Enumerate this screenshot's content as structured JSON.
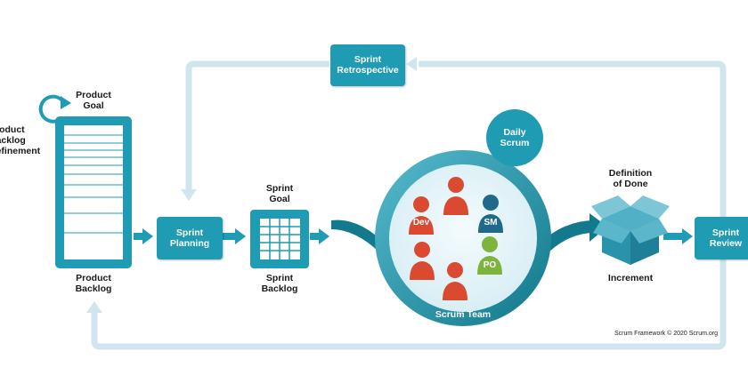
{
  "colors": {
    "teal": "#1f9bb3",
    "teal_dark": "#137a8d",
    "light_arrow": "#cfe6ee",
    "dev_red": "#d94a31",
    "sm_blue": "#1f6a8a",
    "po_green": "#7fb43c"
  },
  "labels": {
    "product_goal": [
      "Product",
      "Goal"
    ],
    "refinement": [
      "Product",
      "Backlog",
      "Refinement"
    ],
    "product_backlog": [
      "Product",
      "Backlog"
    ],
    "sprint_planning": [
      "Sprint",
      "Planning"
    ],
    "sprint_goal": [
      "Sprint",
      "Goal"
    ],
    "sprint_backlog": [
      "Sprint",
      "Backlog"
    ],
    "sprint_retrospective": [
      "Sprint",
      "Retrospective"
    ],
    "daily_scrum": [
      "Daily",
      "Scrum"
    ],
    "scrum_team": "Scrum Team",
    "definition_of_done": [
      "Definition",
      "of Done"
    ],
    "increment": "Increment",
    "sprint_review": [
      "Sprint",
      "Review"
    ],
    "roles": {
      "dev": "Dev",
      "sm": "SM",
      "po": "PO"
    },
    "copyright": "Scrum Framework © 2020 Scrum.org"
  },
  "icons": [
    "cycle-arrow-icon",
    "backlog-list-icon",
    "sprint-grid-icon",
    "person-icon",
    "open-box-icon"
  ]
}
